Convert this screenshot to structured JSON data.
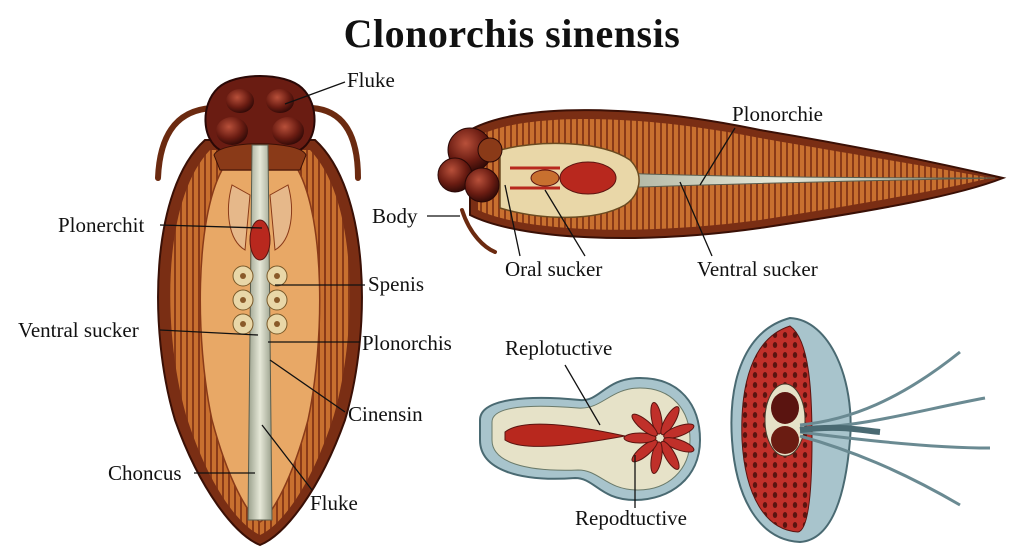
{
  "title": "Clonorchis sinensis",
  "colors": {
    "body_outer": "#7a2e14",
    "body_mid": "#c8702f",
    "body_light": "#e8a866",
    "organ_red": "#b8281e",
    "organ_dark": "#5a1410",
    "gut_gray": "#c9cbb8",
    "egg_beige": "#e9d7a8",
    "blue_gray": "#a8c4cc",
    "line": "#111111"
  },
  "figures": {
    "dorsal_fluke": {
      "labels": {
        "fluke_top": "Fluke",
        "plonerchit": "Plonerchit",
        "spenis": "Spenis",
        "ventral_sucker": "Ventral sucker",
        "plonorchis": "Plonorchis",
        "cinensin": "Cinensin",
        "choncus": "Choncus",
        "fluke_bottom": "Fluke"
      }
    },
    "lateral_fluke": {
      "labels": {
        "plonorchie": "Plonorchie",
        "body": "Body",
        "oral_sucker": "Oral sucker",
        "ventral_sucker": "Ventral sucker"
      }
    },
    "reproductive_section": {
      "labels": {
        "replotuctive": "Replotuctive",
        "repodtuctive": "Repodtuctive"
      }
    },
    "sucker_section": {
      "labels": {}
    }
  }
}
